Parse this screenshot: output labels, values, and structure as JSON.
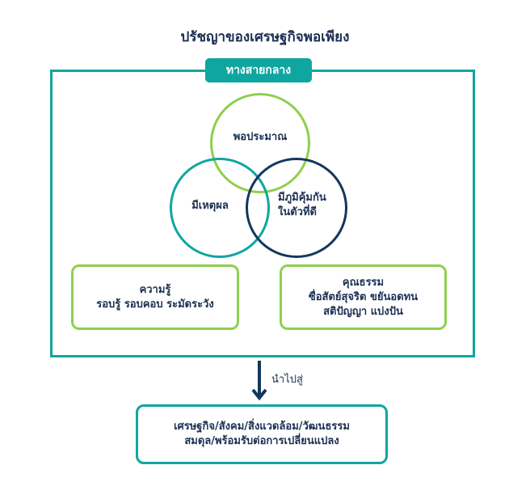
{
  "title": "ปรัชญาของเศรษฐกิจพอเพียง",
  "middle_path": "ทางสายกลาง",
  "circles": {
    "moderation": "พอประมาณ",
    "reasonableness": "มีเหตุผล",
    "immunity_line1": "มีภูมิคุ้มกัน",
    "immunity_line2": "ในตัวที่ดี"
  },
  "knowledge": {
    "title": "ความรู้",
    "detail": "รอบรู้ รอบคอบ ระมัดระวัง"
  },
  "ethics": {
    "title": "คุณธรรม",
    "line1": "ซื่อสัตย์สุจริต ขยันอดทน",
    "line2": "สติปัญญา แบ่งปัน"
  },
  "arrow_label": "นำไปสู่",
  "result": {
    "line1": "เศรษฐกิจ/สังคม/สิ่งแวดล้อม/วัฒนธรรม",
    "line2": "สมดุล/พร้อมรับต่อการเปลี่ยนแปลง"
  },
  "colors": {
    "teal": "#10a6a0",
    "green": "#8fcf4e",
    "navy": "#13375e"
  }
}
